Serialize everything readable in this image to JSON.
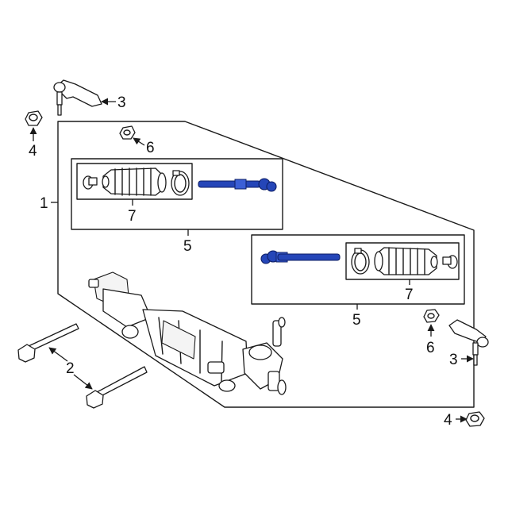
{
  "diagram": {
    "callouts": [
      "1",
      "2",
      "3",
      "3",
      "4",
      "4",
      "5",
      "5",
      "6",
      "6",
      "7",
      "7"
    ],
    "highlight_color": "#2546b8",
    "line_color": "#1a1a1a",
    "background": "#ffffff"
  }
}
